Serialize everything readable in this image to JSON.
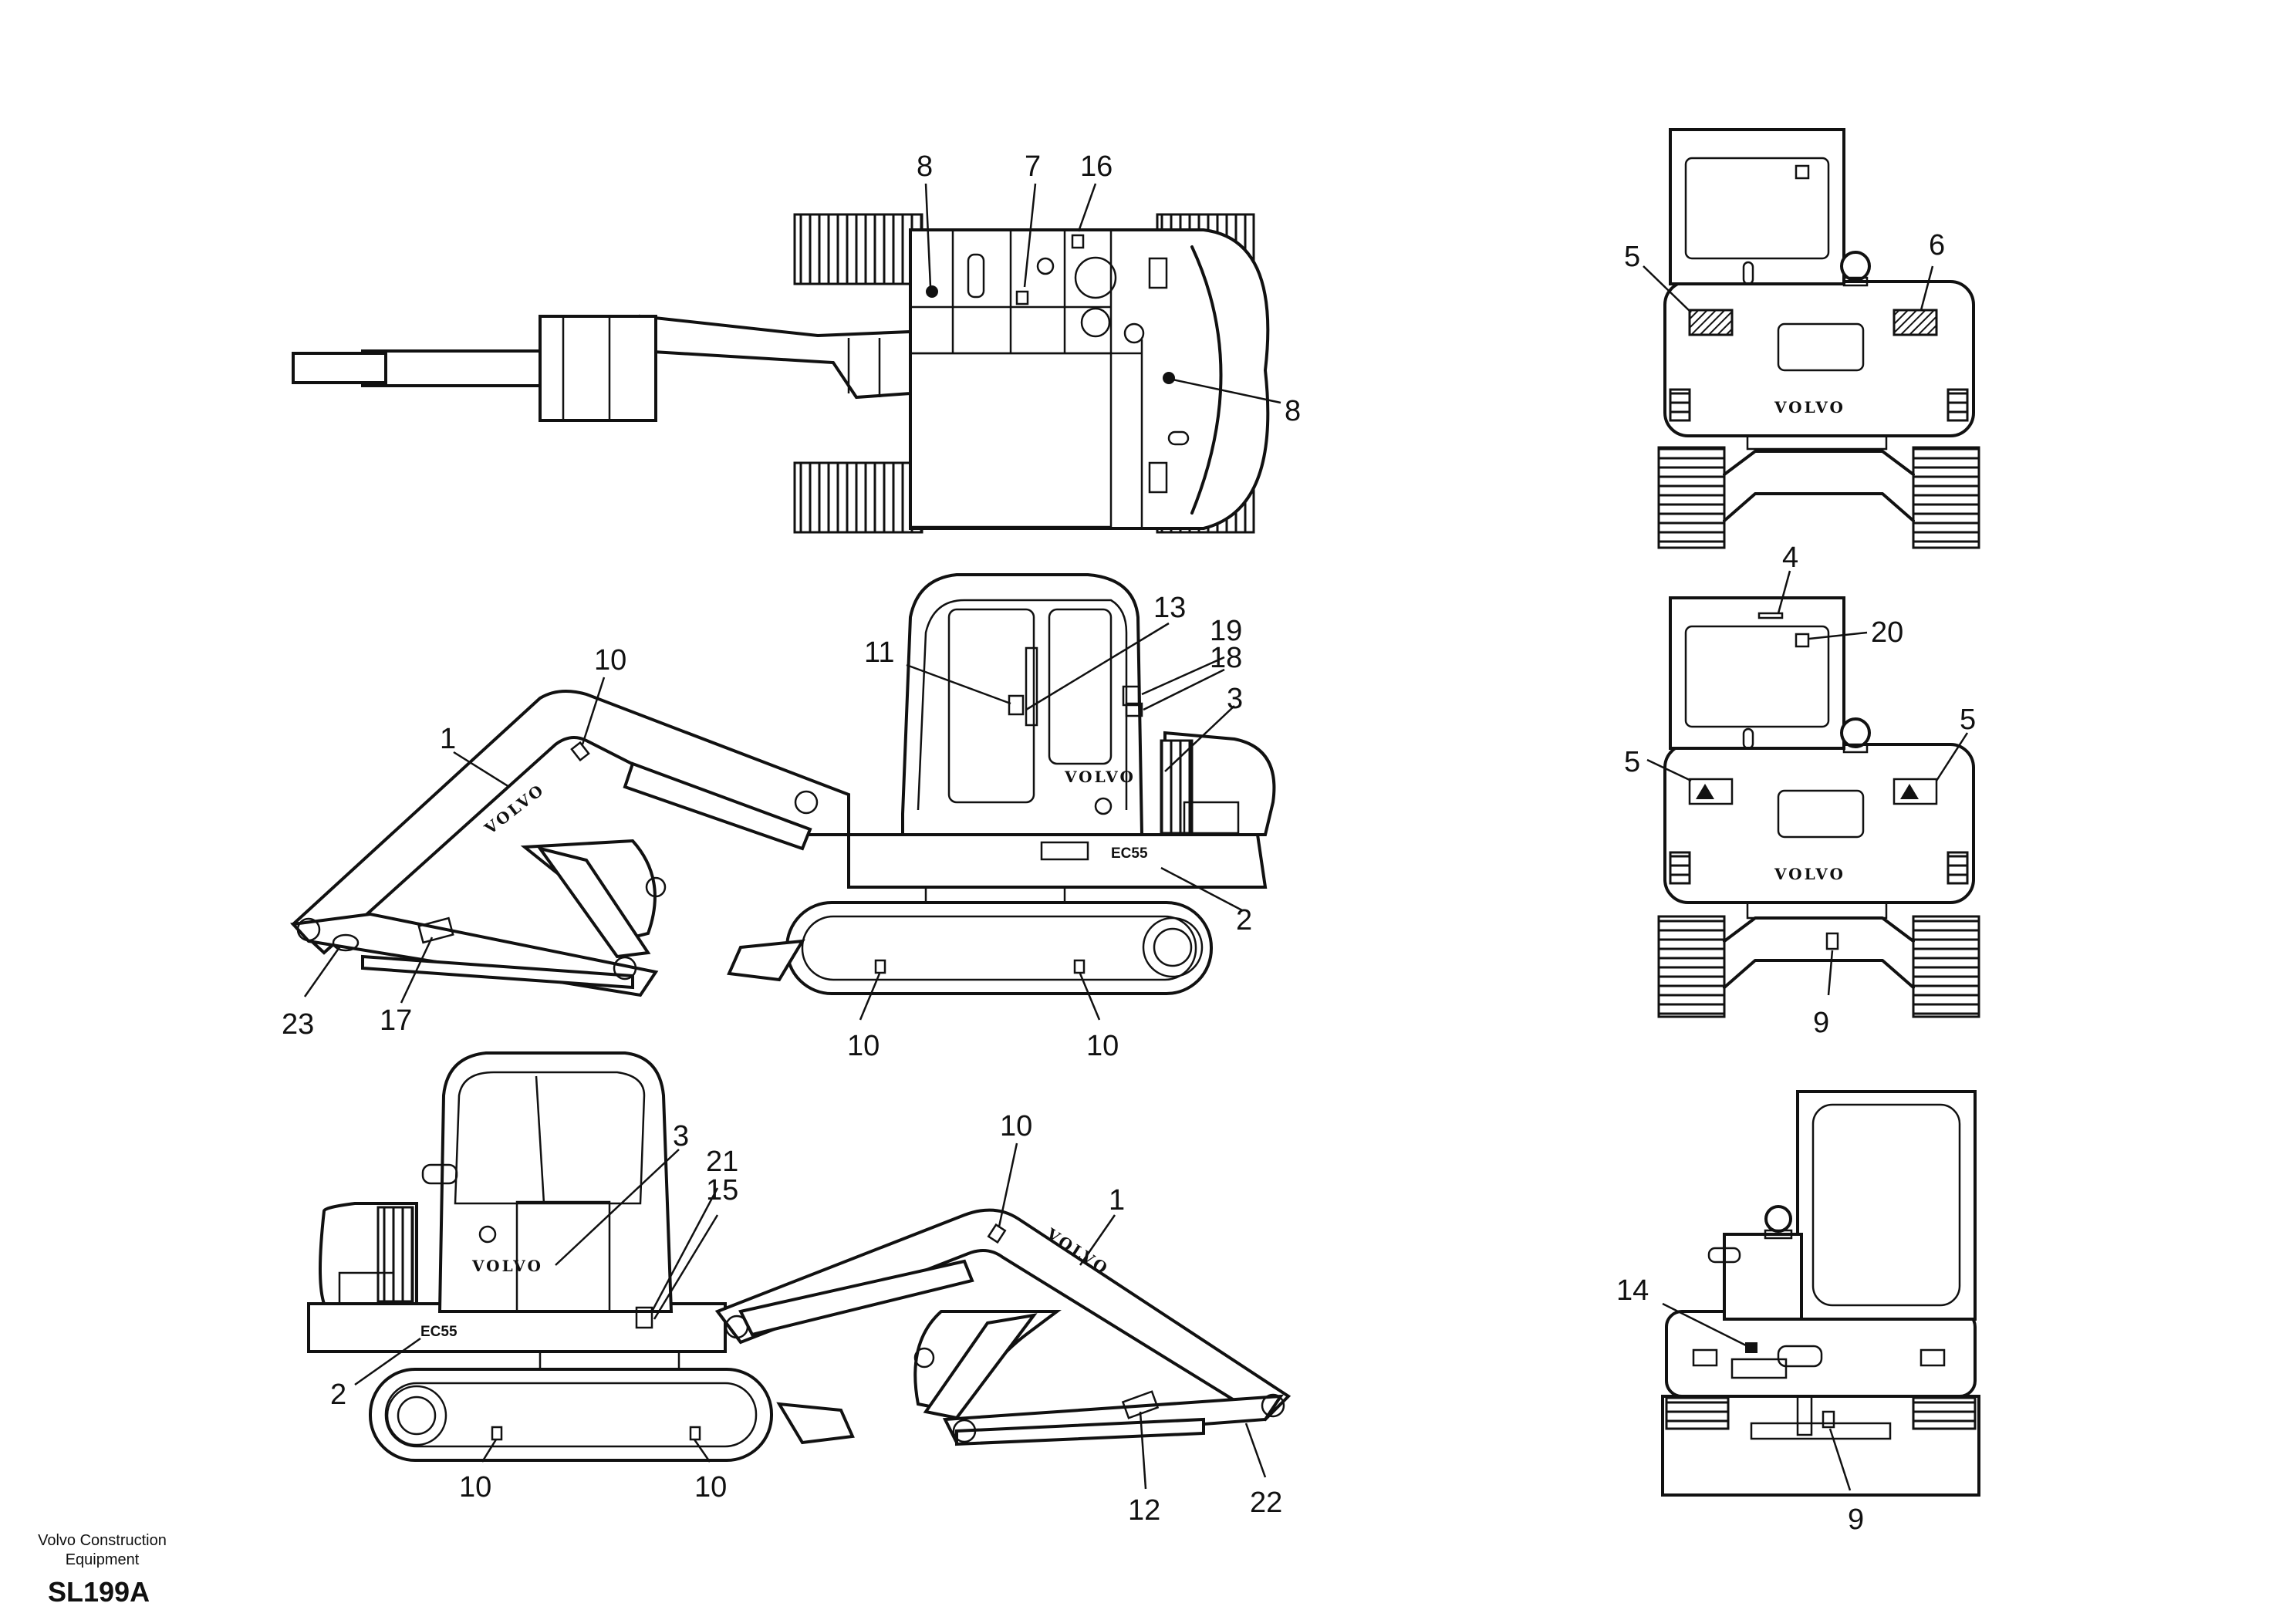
{
  "brand": "VOLVO",
  "model": "EC55",
  "footer": {
    "company": "Volvo Construction Equipment",
    "drawing_code": "SL199A"
  },
  "callouts": {
    "top": {
      "c8a": "8",
      "c7": "7",
      "c16": "16",
      "c8b": "8"
    },
    "left": {
      "c10a": "10",
      "c1": "1",
      "c11": "11",
      "c13": "13",
      "c19": "19",
      "c18": "18",
      "c3": "3",
      "c2": "2",
      "c23": "23",
      "c17": "17",
      "c10b": "10",
      "c10c": "10"
    },
    "right": {
      "c10a": "10",
      "c3": "3",
      "c21": "21",
      "c15": "15",
      "c1": "1",
      "c2": "2",
      "c10b": "10",
      "c10c": "10",
      "c12": "12",
      "c22": "22"
    },
    "rear": {
      "c5a": "5",
      "c6": "6"
    },
    "front": {
      "c4": "4",
      "c20": "20",
      "c5a": "5",
      "c5b": "5",
      "c9": "9"
    },
    "side_narrow": {
      "c14": "14",
      "c9": "9"
    }
  }
}
